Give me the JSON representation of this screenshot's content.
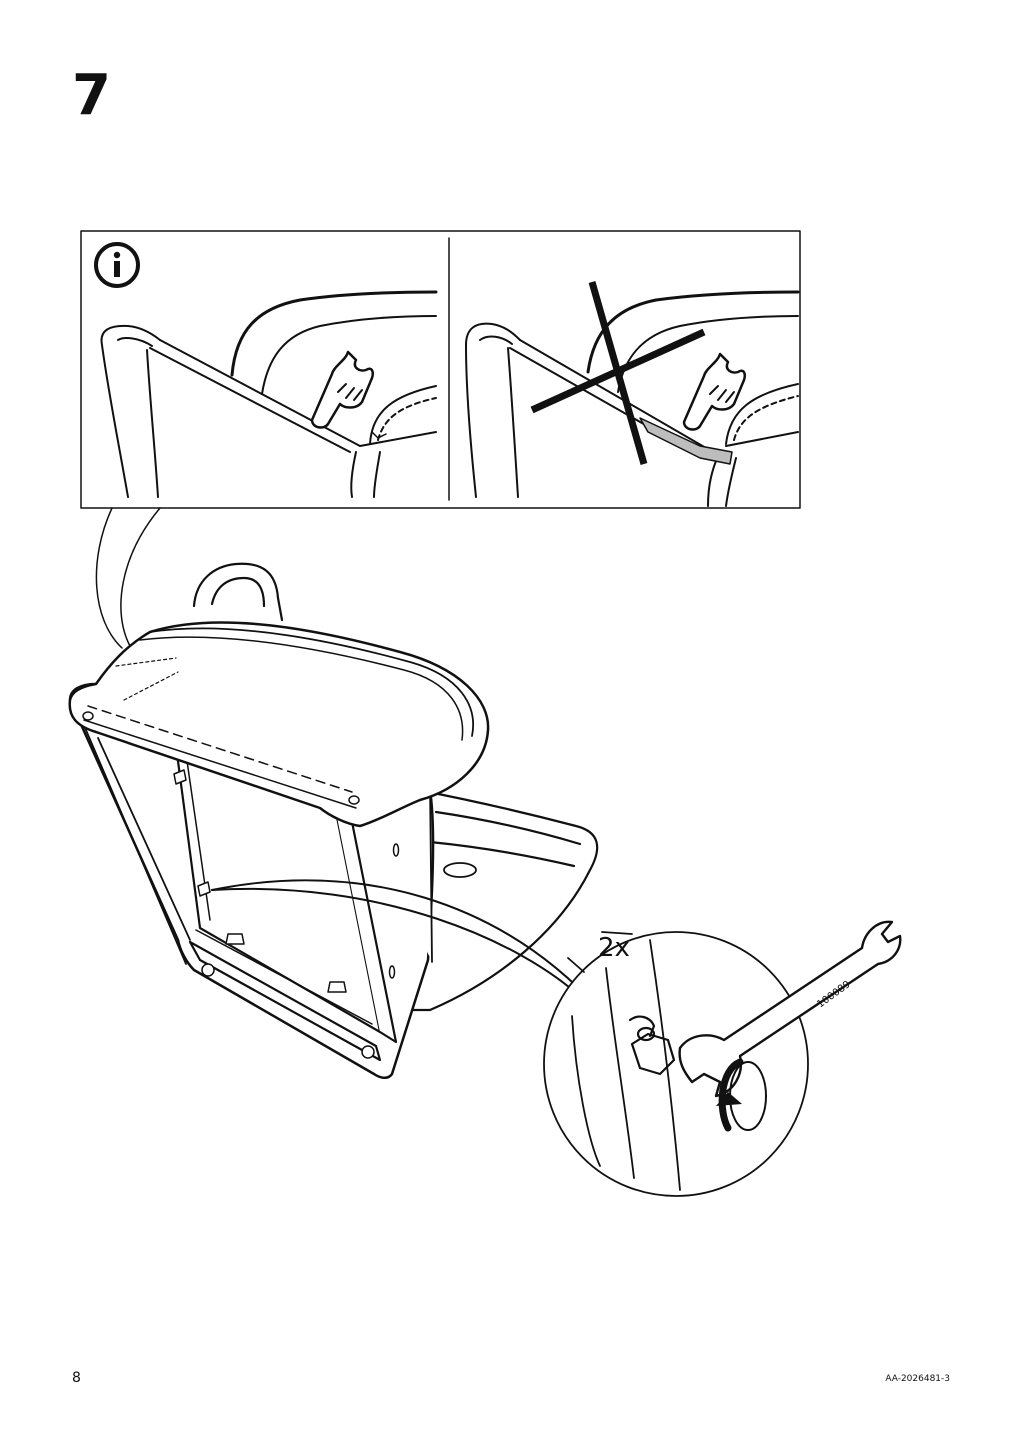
{
  "step": {
    "number": "7"
  },
  "callout": {
    "quantity": "2x",
    "tool_code": "100089"
  },
  "icons": {
    "info": "info-icon",
    "wrong": "cross-mark-icon",
    "hand": "pointing-hand-icon",
    "rotate": "clockwise-arrow-icon",
    "tool": "wrench-icon"
  },
  "footer": {
    "page_number": "8",
    "document_code": "AA-2026481-3"
  }
}
